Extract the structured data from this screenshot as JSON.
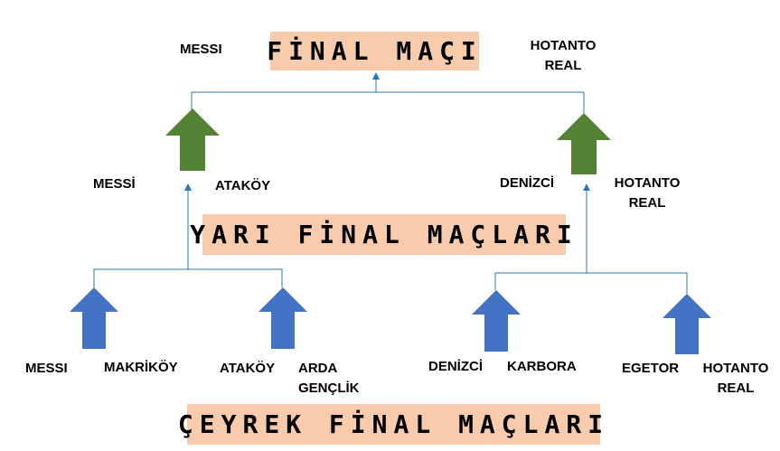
{
  "final": {
    "title": "FİNAL MAÇI",
    "left_team": "MESSI",
    "right_team_line1": "HOTANTO",
    "right_team_line2": "REAL"
  },
  "semi_finals": {
    "title": "YARI FİNAL MAÇLARI",
    "left": {
      "team_a": "MESSİ",
      "team_b": "ATAKÖY"
    },
    "right": {
      "team_a": "DENİZCİ",
      "team_b_line1": "HOTANTO",
      "team_b_line2": "REAL"
    }
  },
  "quarter_finals": {
    "title": "ÇEYREK FİNAL MAÇLARI",
    "teams": [
      {
        "line1": "MESSI"
      },
      {
        "line1": "MAKRİKÖY"
      },
      {
        "line1": "ATAKÖY"
      },
      {
        "line1": "ARDA",
        "line2": "GENÇLİK"
      },
      {
        "line1": "DENİZCİ"
      },
      {
        "line1": "KARBORA"
      },
      {
        "line1": "EGETOR"
      },
      {
        "line1": "HOTANTO",
        "line2": "REAL"
      }
    ]
  },
  "colors": {
    "banner": "#f8cbad",
    "green_arrow": "#548235",
    "blue_arrow": "#4472c4",
    "connector": "#2e75b6"
  }
}
